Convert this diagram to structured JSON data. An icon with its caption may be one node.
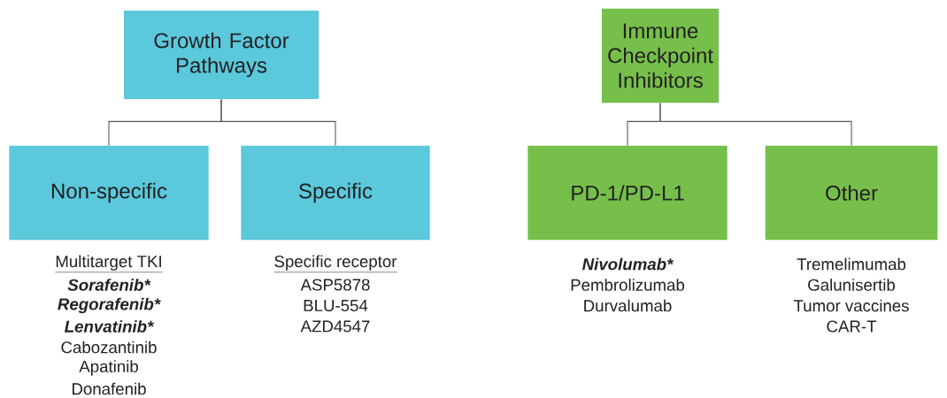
{
  "diagram": {
    "nodes": [
      {
        "text": [
          "Growth Factor Pathways"
        ]
      },
      {
        "text": [
          "Non-specific"
        ],
        "beside": [
          "Multitarget TKI",
          "Sorafenib*",
          "Regorafenib*",
          "Lenvatinib*",
          "Cabozantinib",
          "Apatinib",
          "Donafenib"
        ]
      },
      {
        "text": [
          "Specific"
        ],
        "beside": [
          "Specific receptor",
          "ASP5878",
          "BLU-554",
          "AZD4547"
        ]
      },
      {
        "text": [
          "Immune Checkpoint Inhibitors"
        ]
      },
      {
        "text": [
          "PD-1/PD-L1"
        ],
        "beside": [
          "Nivolumab*",
          "Pembrolizumab",
          "Durvalumab"
        ]
      },
      {
        "text": [
          "Other"
        ],
        "beside": [
          "Tremelimumab",
          "Galunisertib",
          "Tumor vaccines",
          "CAR-T"
        ]
      }
    ],
    "edges": [
      {
        "from": 0,
        "to": 1,
        "arrow": "none"
      },
      {
        "from": 0,
        "to": 2,
        "arrow": "none"
      },
      {
        "from": 3,
        "to": 4,
        "arrow": "none"
      },
      {
        "from": 3,
        "to": 5,
        "arrow": "none"
      }
    ]
  }
}
